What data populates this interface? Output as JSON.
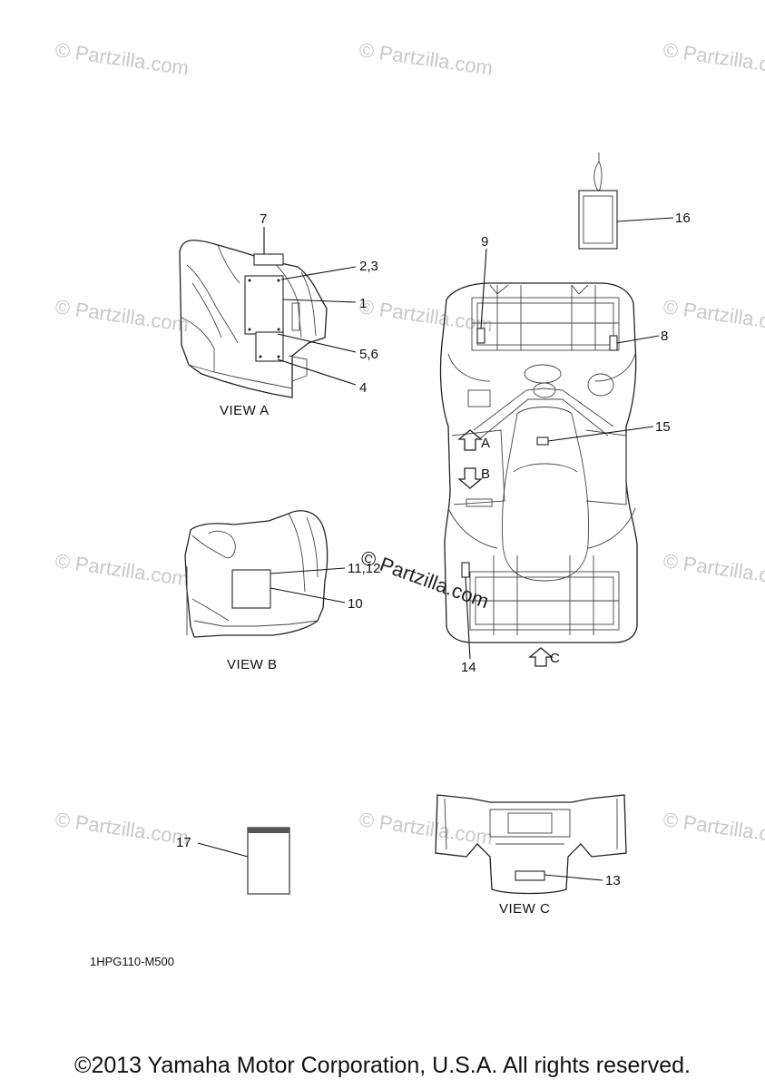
{
  "watermark": "© Partzilla.com",
  "center_watermark": "© Partzilla.com",
  "views": {
    "a": "VIEW A",
    "b": "VIEW B",
    "c": "VIEW C"
  },
  "callouts": {
    "c1": "1",
    "c23": "2,3",
    "c4": "4",
    "c56": "5,6",
    "c7": "7",
    "c8": "8",
    "c9": "9",
    "c10": "10",
    "c1112": "11,12",
    "c13": "13",
    "c14": "14",
    "c15": "15",
    "c16": "16",
    "c17": "17"
  },
  "arrows": {
    "a": "A",
    "b": "B",
    "c": "C"
  },
  "diagram_code": "1HPG110-M500",
  "copyright": "©2013 Yamaha Motor Corporation, U.S.A. All rights reserved."
}
